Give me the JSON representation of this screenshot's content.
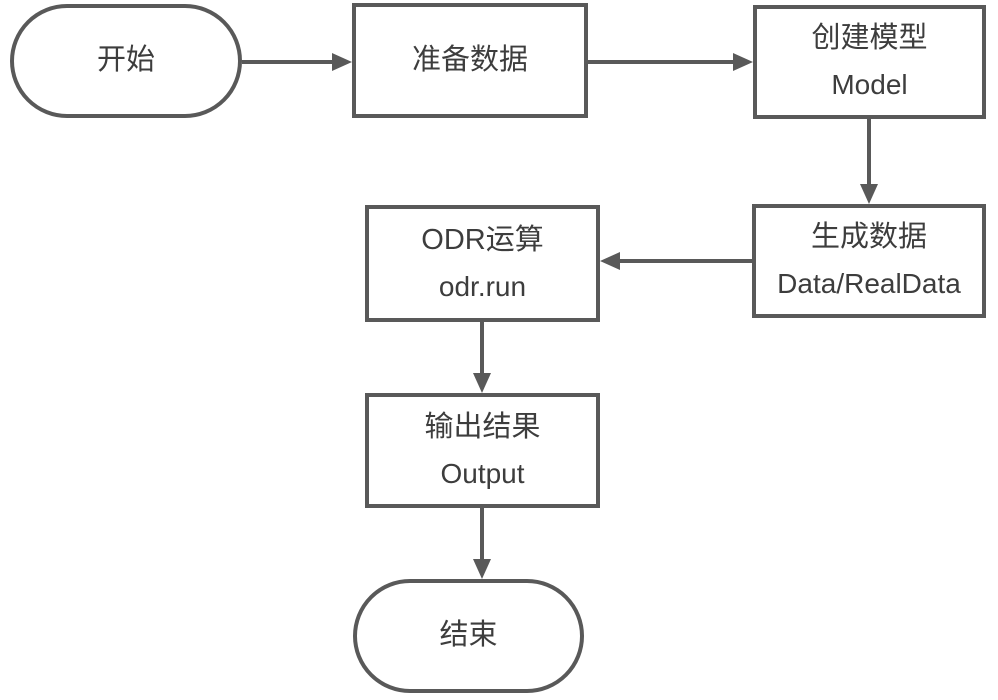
{
  "diagram": {
    "type": "flowchart",
    "stroke_color": "#595959",
    "text_color": "#3d3d3d",
    "background_color": "#ffffff",
    "nodes": [
      {
        "id": "start",
        "shape": "stadium",
        "label": "开始"
      },
      {
        "id": "prepare",
        "shape": "rect",
        "label": "准备数据"
      },
      {
        "id": "model",
        "shape": "rect",
        "label": "创建模型",
        "sublabel": "Model"
      },
      {
        "id": "gendata",
        "shape": "rect",
        "label": "生成数据",
        "sublabel": "Data/RealData"
      },
      {
        "id": "odr",
        "shape": "rect",
        "label": "ODR运算",
        "sublabel": "odr.run"
      },
      {
        "id": "output",
        "shape": "rect",
        "label": "输出结果",
        "sublabel": "Output"
      },
      {
        "id": "end",
        "shape": "stadium",
        "label": "结束"
      }
    ],
    "edges": [
      {
        "from": "start",
        "to": "prepare",
        "direction": "right"
      },
      {
        "from": "prepare",
        "to": "model",
        "direction": "right"
      },
      {
        "from": "model",
        "to": "gendata",
        "direction": "down"
      },
      {
        "from": "gendata",
        "to": "odr",
        "direction": "left"
      },
      {
        "from": "odr",
        "to": "output",
        "direction": "down"
      },
      {
        "from": "output",
        "to": "end",
        "direction": "down"
      }
    ]
  }
}
